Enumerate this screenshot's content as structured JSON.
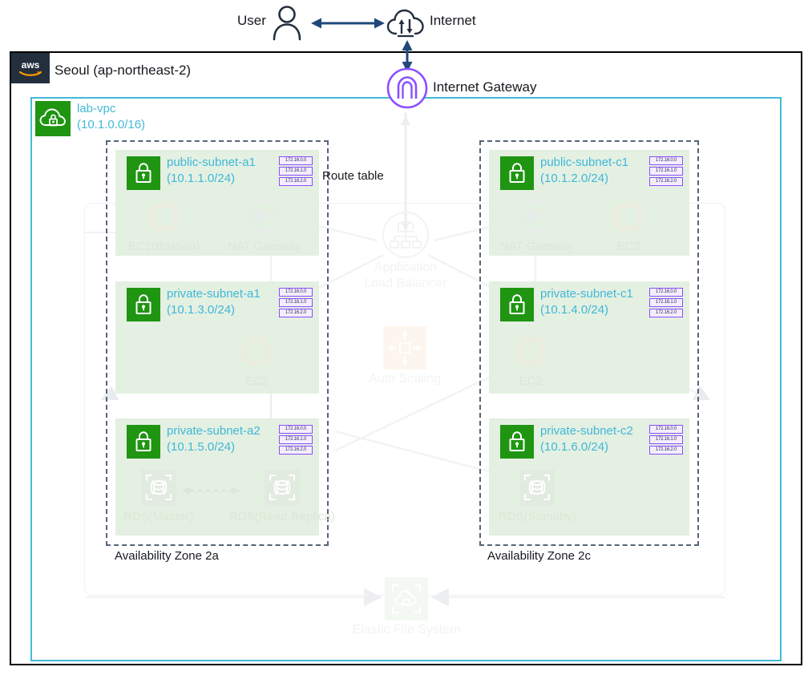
{
  "top": {
    "user_label": "User",
    "user_icon": "user-icon",
    "internet_label": "Internet",
    "internet_icon": "internet-cloud-icon",
    "arrow_icon": "bidirectional-arrow"
  },
  "region": {
    "logo": "aws-logo",
    "label": "Seoul (ap-northeast-2)",
    "border_color": "#000000"
  },
  "internet_gateway": {
    "label": "Internet Gateway",
    "icon": "internet-gateway-icon",
    "color": "#8c4fff"
  },
  "vpc": {
    "name": "lab-vpc",
    "cidr": "(10.1.0.0/16)",
    "icon": "vpc-cloud-lock-icon",
    "border_color": "#44b9d6",
    "icon_bg": "#1f9512"
  },
  "route_table": {
    "label": "Route table",
    "rows": [
      "172.16.0.0",
      "172.16.1.0",
      "172.16.2.0"
    ],
    "color": "#8c4fff"
  },
  "availability_zones": [
    {
      "id": "az-a",
      "label": "Availability Zone 2a"
    },
    {
      "id": "az-c",
      "label": "Availability Zone 2c"
    }
  ],
  "subnets": [
    {
      "id": "public-subnet-a1",
      "name": "public-subnet-a1",
      "cidr": "(10.1.1.0/24)",
      "icon": "subnet-lock-icon",
      "resources": [
        {
          "name": "EC2(Bastion)",
          "icon": "ec2-instance-icon"
        },
        {
          "name": "NAT Gateway",
          "icon": "nat-gateway-icon"
        }
      ]
    },
    {
      "id": "private-subnet-a1",
      "name": "private-subnet-a1",
      "cidr": "(10.1.3.0/24)",
      "icon": "subnet-lock-icon",
      "resources": [
        {
          "name": "EC2",
          "icon": "ec2-instance-icon"
        }
      ]
    },
    {
      "id": "private-subnet-a2",
      "name": "private-subnet-a2",
      "cidr": "(10.1.5.0/24)",
      "icon": "subnet-lock-icon",
      "resources": [
        {
          "name": "RDS(Master)",
          "icon": "rds-database-icon"
        },
        {
          "name": "RDS(Read Replica)",
          "icon": "rds-database-icon"
        }
      ]
    },
    {
      "id": "public-subnet-c1",
      "name": "public-subnet-c1",
      "cidr": "(10.1.2.0/24)",
      "icon": "subnet-lock-icon",
      "resources": [
        {
          "name": "NAT Gateway",
          "icon": "nat-gateway-icon"
        },
        {
          "name": "EC2",
          "icon": "ec2-instance-icon"
        }
      ]
    },
    {
      "id": "private-subnet-c1",
      "name": "private-subnet-c1",
      "cidr": "(10.1.4.0/24)",
      "icon": "subnet-lock-icon",
      "resources": [
        {
          "name": "EC2",
          "icon": "ec2-instance-icon"
        }
      ]
    },
    {
      "id": "private-subnet-c2",
      "name": "private-subnet-c2",
      "cidr": "(10.1.6.0/24)",
      "icon": "subnet-lock-icon",
      "resources": [
        {
          "name": "RDS(Standby)",
          "icon": "rds-database-icon"
        }
      ]
    }
  ],
  "central_services": [
    {
      "id": "alb",
      "line1": "Application",
      "line2": "Load Balancer",
      "icon": "load-balancer-icon"
    },
    {
      "id": "auto-scaling",
      "line1": "Auto Scaling",
      "line2": "",
      "icon": "auto-scaling-icon"
    },
    {
      "id": "efs",
      "line1": "Elastic File System",
      "line2": "",
      "icon": "elastic-file-system-icon"
    }
  ]
}
